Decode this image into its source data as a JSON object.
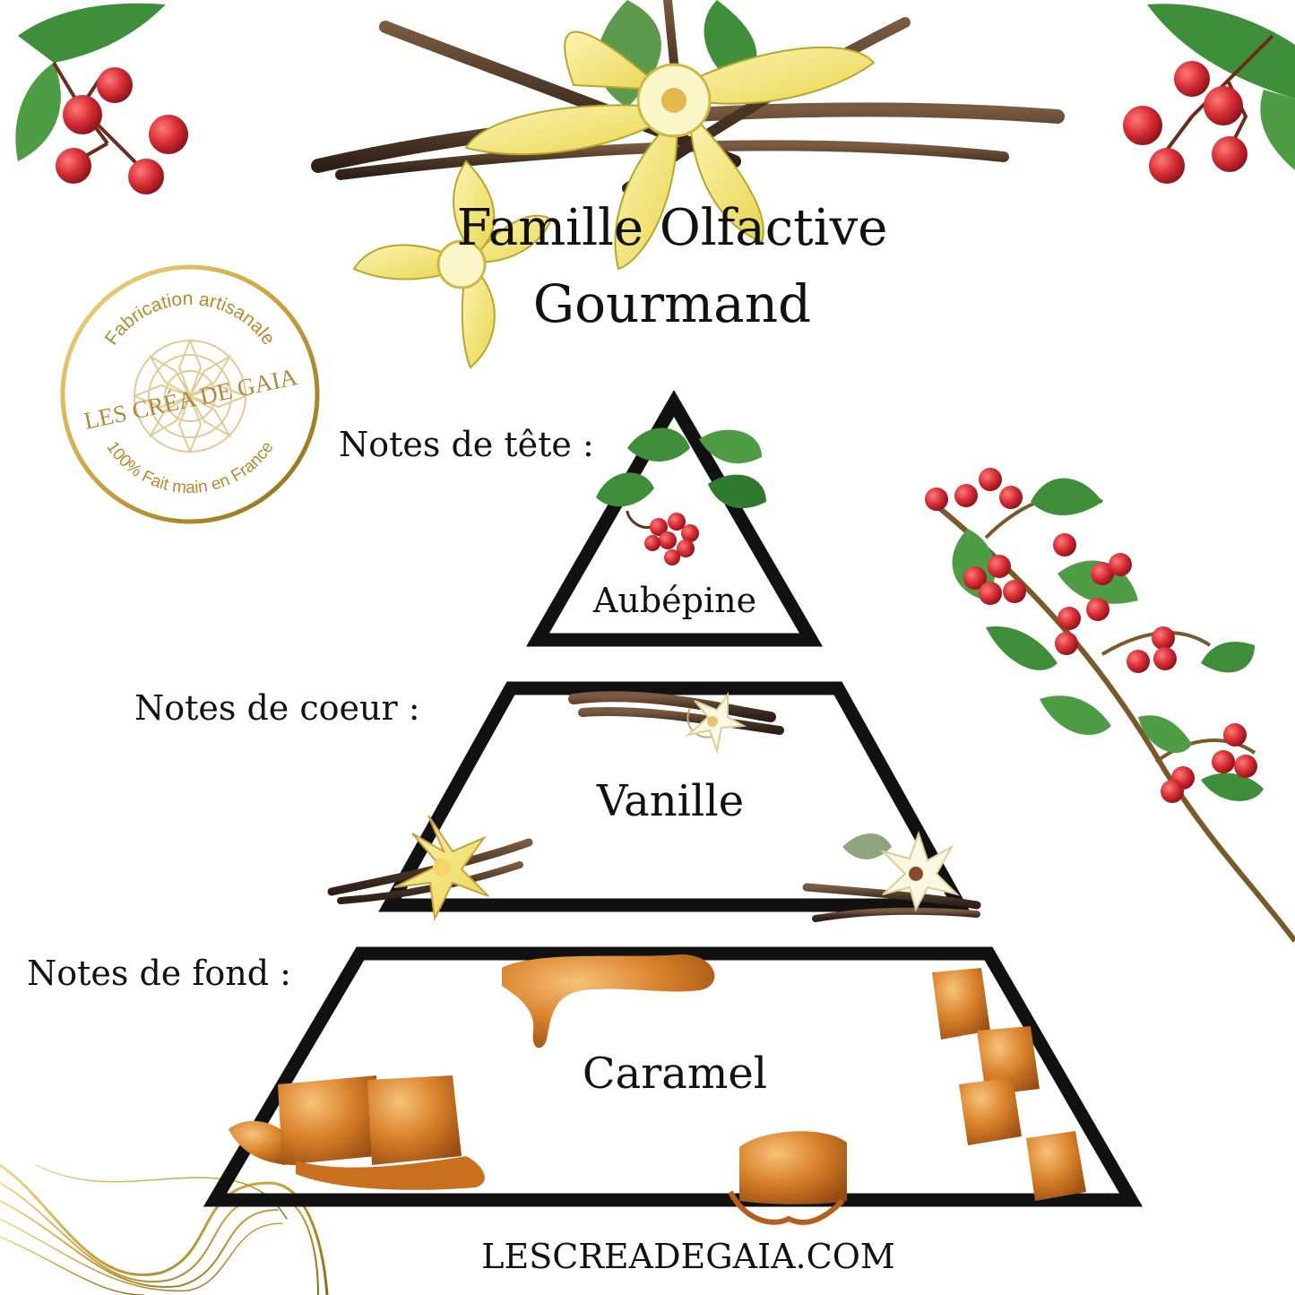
{
  "title": {
    "line1": "Famille Olfactive",
    "line2": "Gourmand"
  },
  "pyramid": {
    "top": {
      "label": "Notes de tête :",
      "note": "Aubépine",
      "illustration": "hawthorn-berries-icon"
    },
    "heart": {
      "label": "Notes de coeur :",
      "note": "Vanille",
      "illustration": "vanilla-pods-icon"
    },
    "base": {
      "label": "Notes de fond :",
      "note": "Caramel",
      "illustration": "caramel-cubes-icon"
    }
  },
  "seal": {
    "top_text": "Fabrication artisanale",
    "brand": "LES CRÉA DE GAIA",
    "bottom_text": "100% Fait main en France"
  },
  "footer": {
    "website": "LESCREADEGAIA.COM"
  },
  "colors": {
    "outline": "#111111",
    "gold": "#c9a13b",
    "berry": "#d62d35",
    "leaf": "#3f8f3a",
    "vanilla_flower": "#f3e98a",
    "vanilla_pod": "#4a3626",
    "caramel": "#d9822b"
  }
}
